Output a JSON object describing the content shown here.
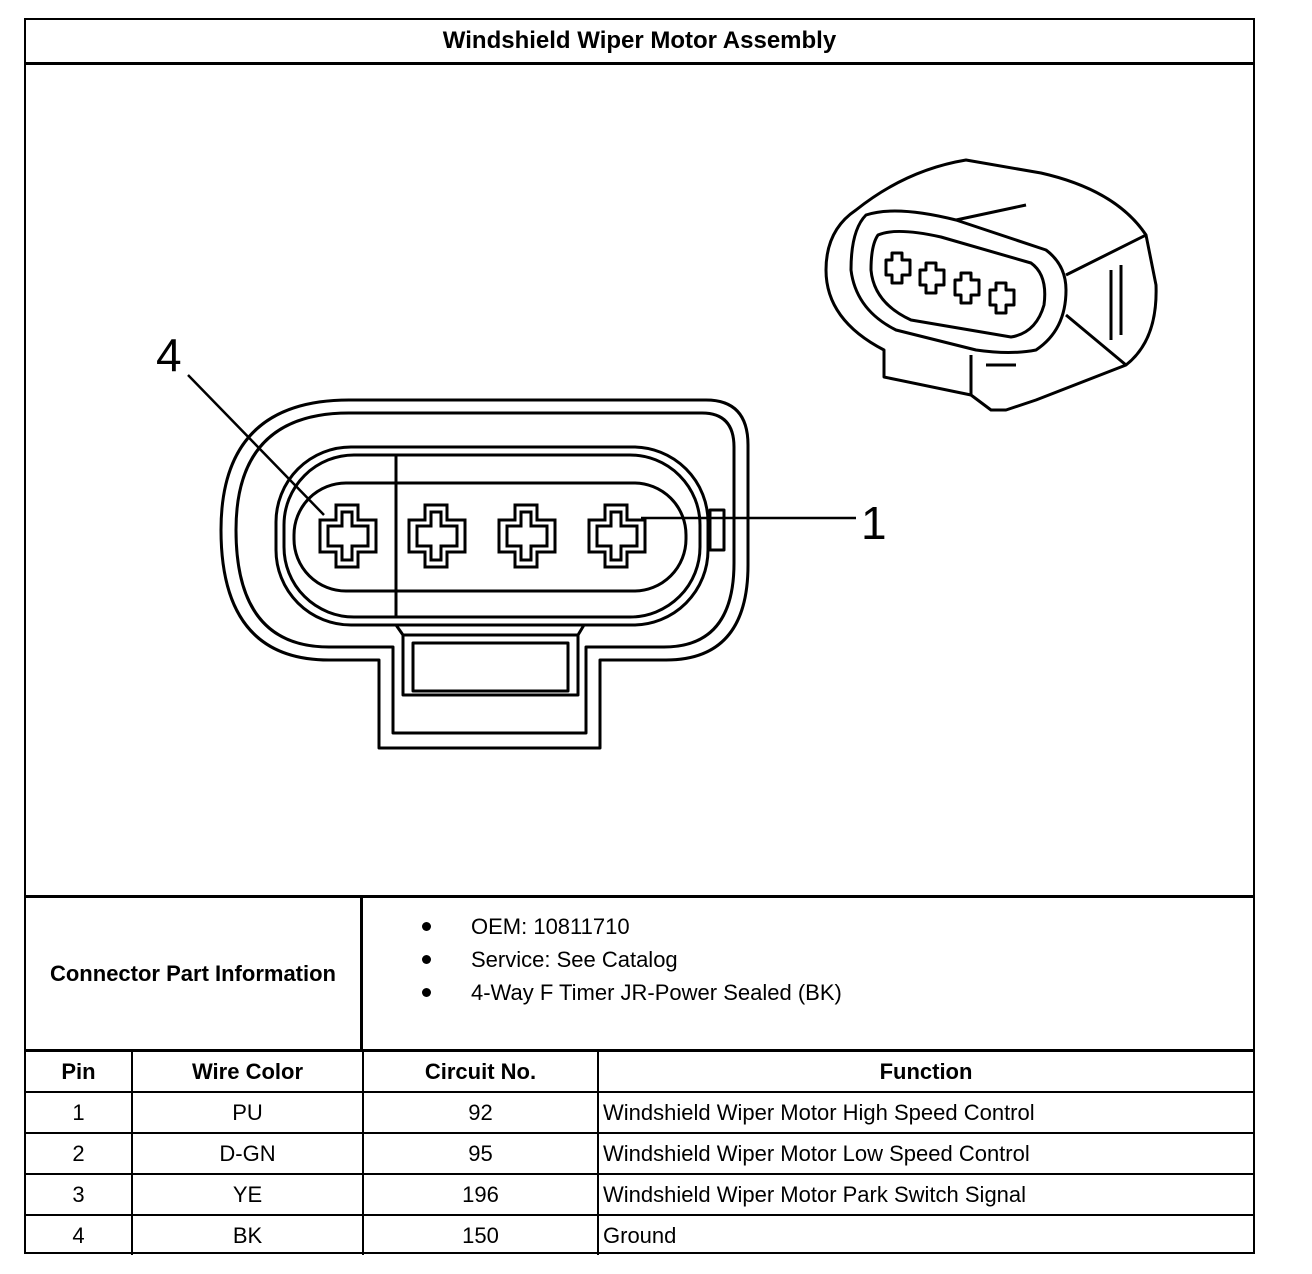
{
  "title": "Windshield Wiper Motor Assembly",
  "diagram": {
    "callout_left": "4",
    "callout_right": "1"
  },
  "connector_info": {
    "label": "Connector Part Information",
    "items": [
      "OEM: 10811710",
      "Service: See Catalog",
      "4-Way F Timer JR-Power Sealed (BK)"
    ]
  },
  "pin_table": {
    "headers": [
      "Pin",
      "Wire Color",
      "Circuit No.",
      "Function"
    ],
    "rows": [
      [
        "1",
        "PU",
        "92",
        "Windshield Wiper Motor High Speed Control"
      ],
      [
        "2",
        "D-GN",
        "95",
        "Windshield Wiper Motor Low Speed Control"
      ],
      [
        "3",
        "YE",
        "196",
        "Windshield Wiper Motor Park Switch Signal"
      ],
      [
        "4",
        "BK",
        "150",
        "Ground"
      ]
    ]
  }
}
